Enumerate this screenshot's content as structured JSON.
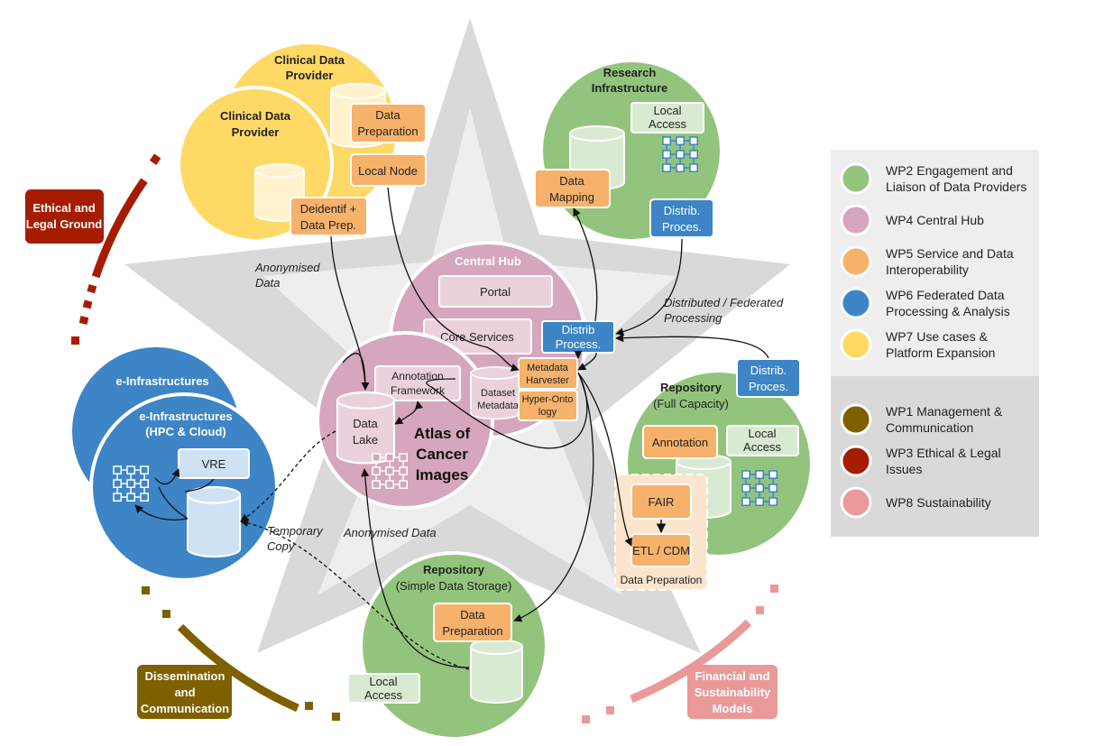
{
  "colors": {
    "wp2": "#93c47d",
    "wp4": "#d5a6bd",
    "wp5": "#f6b26b",
    "wp6": "#3d85c6",
    "wp7": "#ffd966",
    "wp1": "#7f6000",
    "wp3": "#a61c00",
    "wp8": "#ea9999"
  },
  "icons": [
    "cylinder-database",
    "node-grid",
    "curved-arrow"
  ],
  "labels": {
    "clinical_back_title": "Clinical Data Provider",
    "clinical_front_title": "Clinical Data Provider",
    "data_preparation": "Data Preparation",
    "local_node": "Local Node",
    "deidentif": "Deidentif + Data Prep.",
    "research_title": "Research Infrastructure",
    "local_access_research": "Local Access",
    "data_mapping": "Data Mapping",
    "distrib_research": "Distrib. Proces.",
    "central_hub_title": "Central Hub",
    "portal": "Portal",
    "core_services": "Core Services",
    "distrib_process_hub": "Distrib Process.",
    "metadata_harvester": "Metadata Harvester",
    "hyper_ontology": "Hyper-Ontology",
    "dataset_metadata": "Dataset Metadata",
    "annotation_framework": "Annotation Framework",
    "data_lake": "Data Lake",
    "atlas": "Atlas of Cancer Images",
    "repo_full_title": "Repository",
    "repo_full_sub": "(Full Capacity)",
    "distrib_repo": "Distrib. Proces.",
    "annotation": "Annotation",
    "local_access_repo": "Local Access",
    "fair": "FAIR",
    "etl_cdm": "ETL / CDM",
    "data_prep_group": "Data Preparation",
    "repo_simple_title": "Repository",
    "repo_simple_sub": "(Simple Data Storage)",
    "repo_simple_prep": "Data Preparation",
    "local_access_simple": "Local Access",
    "einfra_back_title": "e-Infrastructures",
    "einfra_front_title": "e-Infrastructures (HPC & Cloud)",
    "vre": "VRE",
    "anonymised_data_top": "Anonymised Data",
    "distributed_processing": "Distributed / Federated Processing",
    "anonymised_data_bottom": "Anonymised Data",
    "temporary_copy": "Temporary Copy"
  },
  "corner_labels": {
    "ethical": "Ethical and Legal Ground",
    "dissemination": "Dissemination and Communication",
    "financial": "Financial and Sustainability Models"
  },
  "legend": {
    "top": [
      {
        "label": "WP2 Engagement and Liaison of Data Providers",
        "color": "#93c47d"
      },
      {
        "label": "WP4 Central Hub",
        "color": "#d5a6bd"
      },
      {
        "label": "WP5 Service and Data Interoperability",
        "color": "#f6b26b"
      },
      {
        "label": "WP6 Federated Data Processing & Analysis",
        "color": "#3d85c6"
      },
      {
        "label": "WP7 Use cases & Platform Expansion",
        "color": "#ffd966"
      }
    ],
    "bottom": [
      {
        "label": "WP1 Management & Communication",
        "color": "#7f6000"
      },
      {
        "label": "WP3 Ethical & Legal Issues",
        "color": "#a61c00"
      },
      {
        "label": "WP8 Sustainability",
        "color": "#ea9999"
      }
    ]
  }
}
